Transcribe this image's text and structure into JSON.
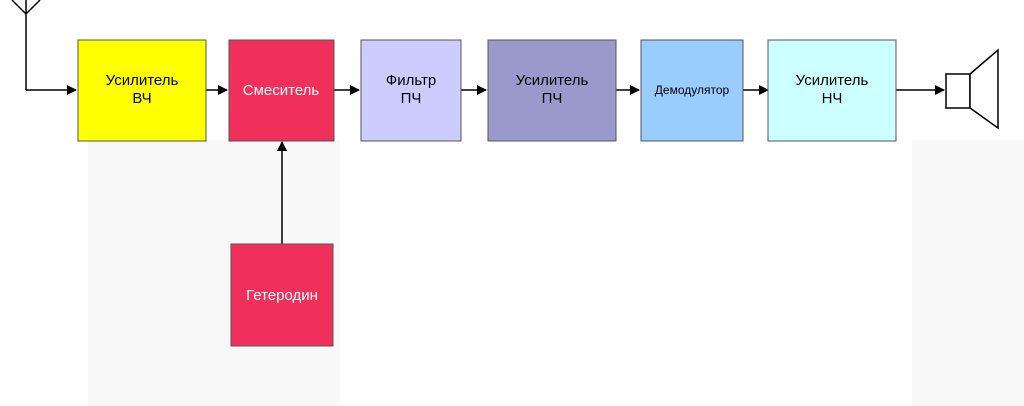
{
  "blocks": {
    "rf_amp": {
      "line1": "Усилитель",
      "line2": "ВЧ",
      "fill": "#FFFF00",
      "text_color": "#000000"
    },
    "mixer": {
      "line1": "Смеситель",
      "fill": "#F0305A",
      "text_color": "#FFFFFF"
    },
    "if_filter": {
      "line1": "Фильтр",
      "line2": "ПЧ",
      "fill": "#CCCCFF",
      "text_color": "#000000"
    },
    "if_amp": {
      "line1": "Усилитель",
      "line2": "ПЧ",
      "fill": "#9999CC",
      "text_color": "#000000"
    },
    "demodulator": {
      "line1": "Демодулятор",
      "fill": "#99CCFF",
      "text_color": "#000000"
    },
    "af_amp": {
      "line1": "Усилитель",
      "line2": "НЧ",
      "fill": "#CCFFFF",
      "text_color": "#000000"
    },
    "oscillator": {
      "line1": "Гетеродин",
      "fill": "#F0305A",
      "text_color": "#FFFFFF"
    }
  },
  "colors": {
    "line": "#000000",
    "block_border": "#555555",
    "background": "#FFFFFF",
    "panel_shade": "#F7F7F7"
  },
  "icons": [
    "antenna-icon",
    "speaker-icon"
  ]
}
